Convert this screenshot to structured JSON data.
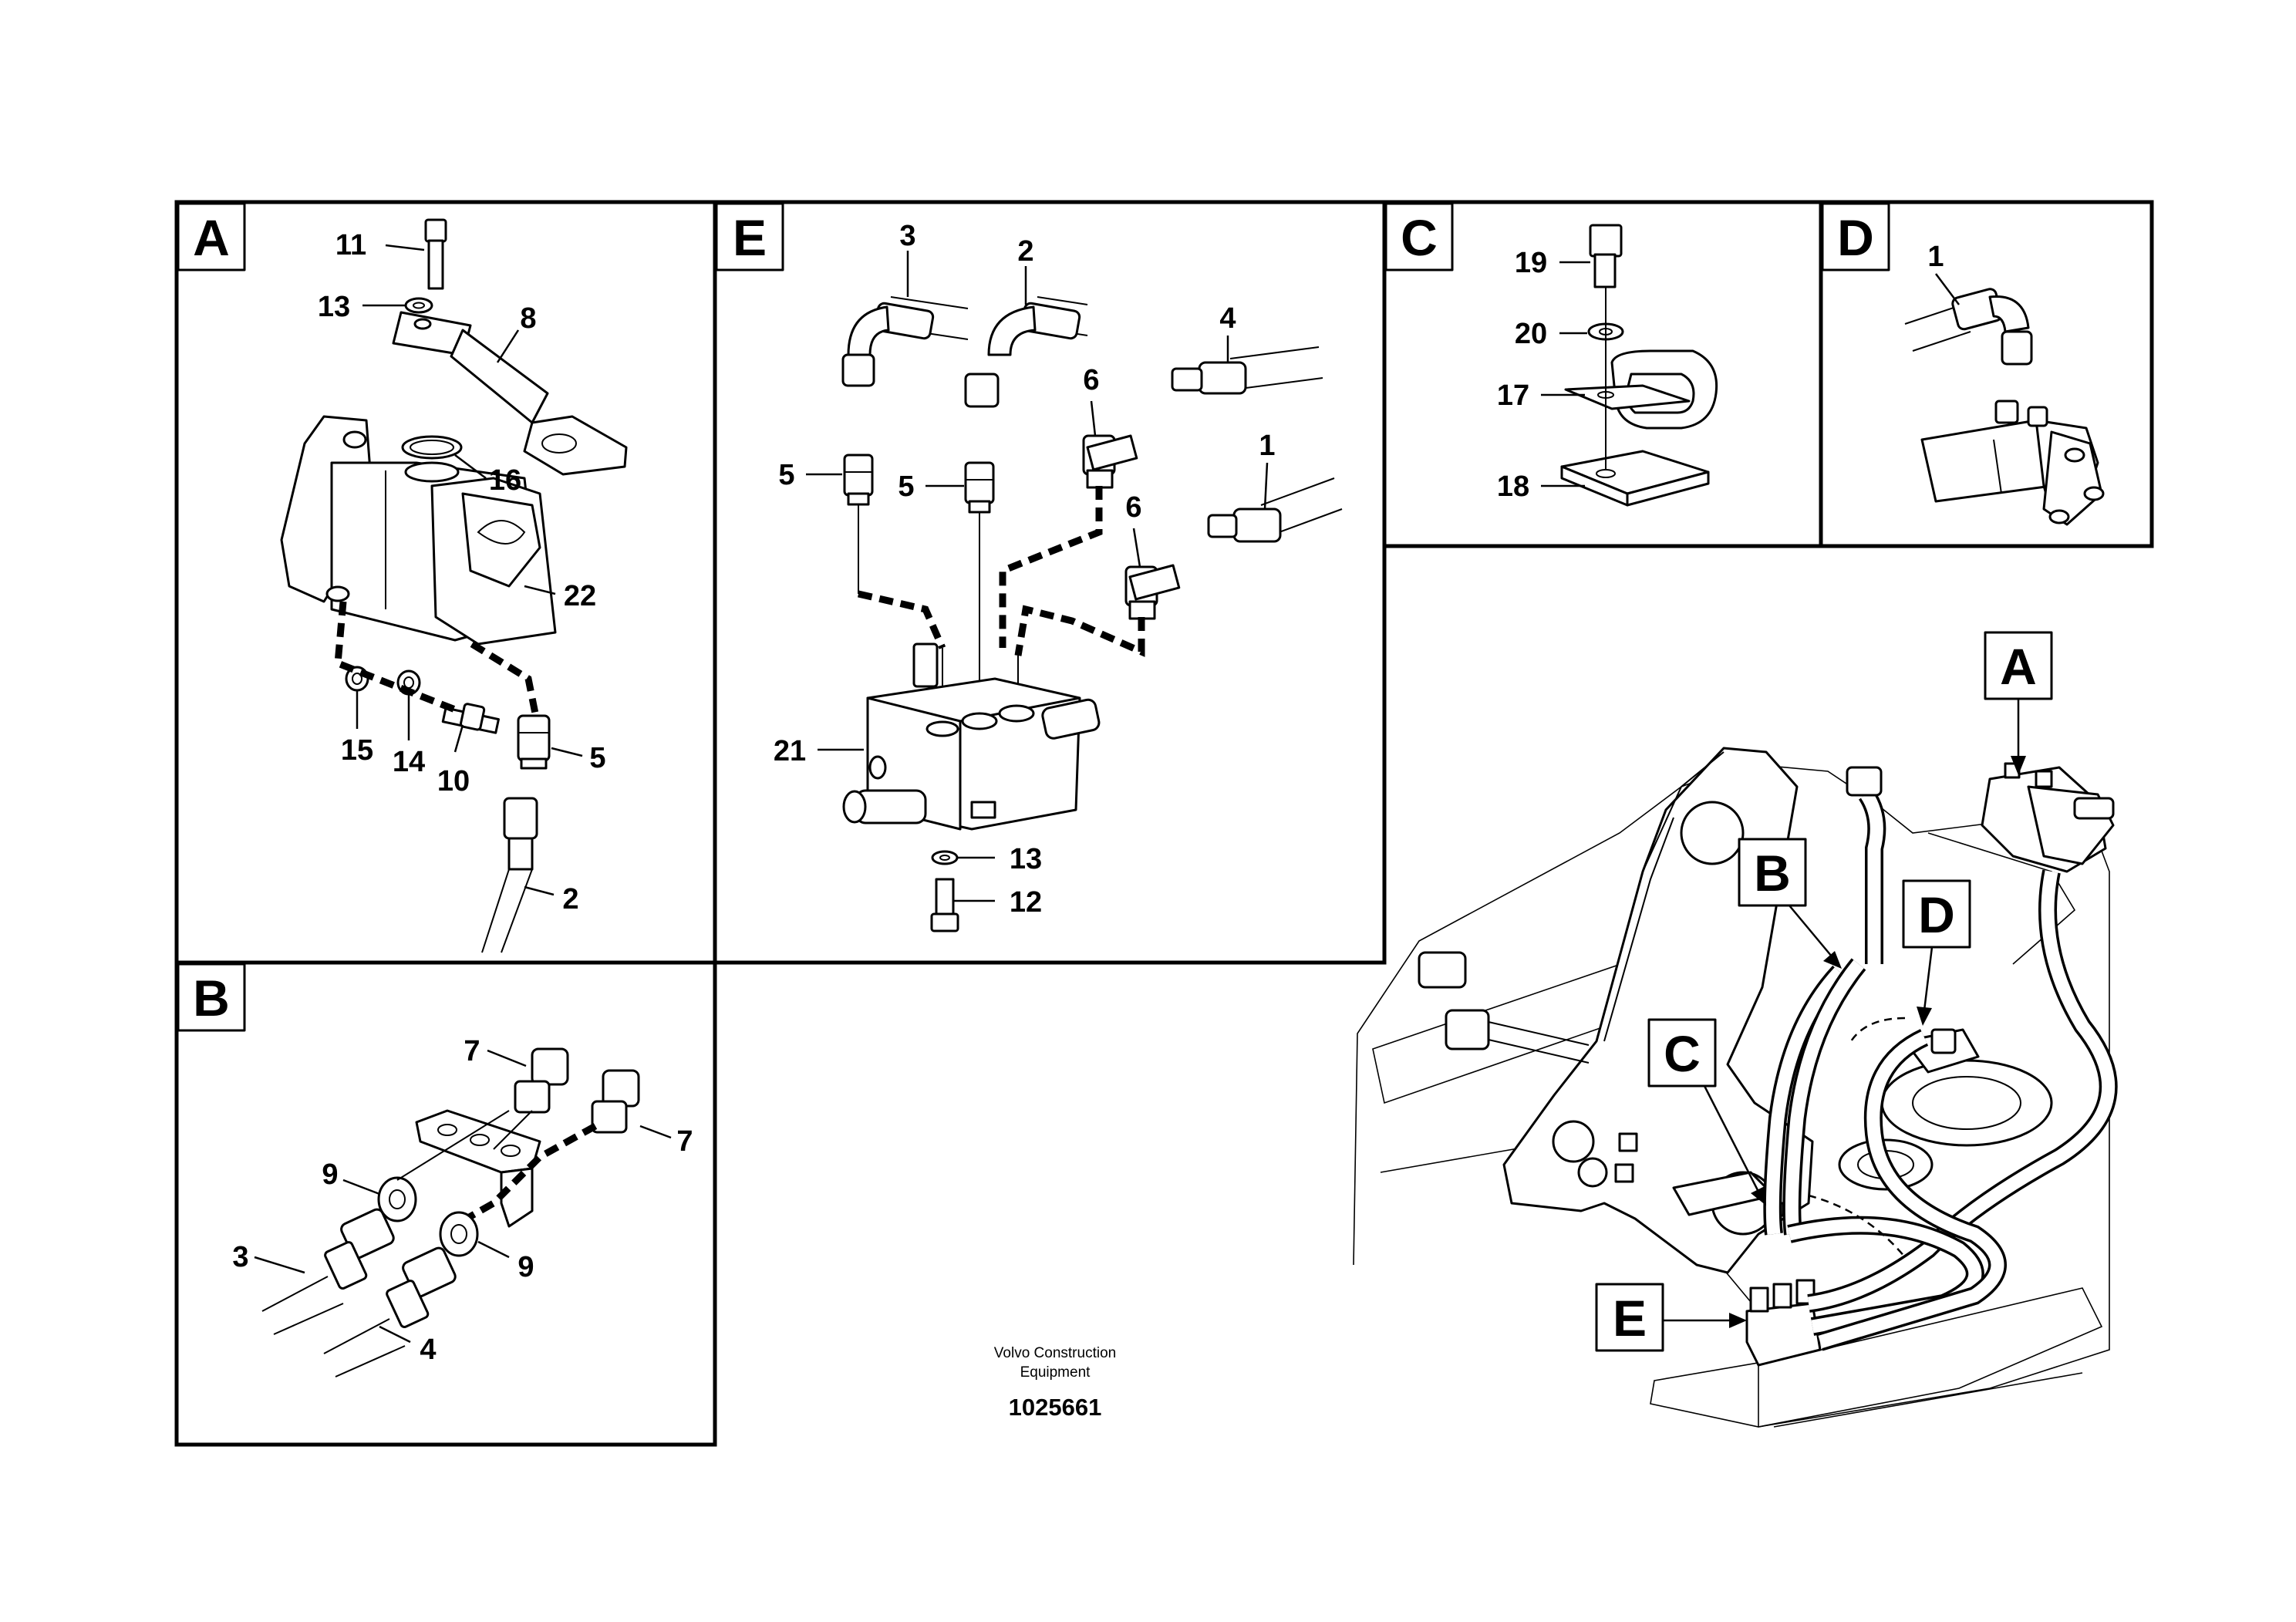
{
  "panels": {
    "A": {
      "tag": "A",
      "callouts": [
        "11",
        "13",
        "8",
        "16",
        "22",
        "15",
        "14",
        "10",
        "5",
        "2"
      ]
    },
    "E": {
      "tag": "E",
      "callouts": [
        "3",
        "2",
        "4",
        "6",
        "1",
        "5",
        "5",
        "6",
        "21",
        "13",
        "12"
      ]
    },
    "C": {
      "tag": "C",
      "callouts": [
        "19",
        "20",
        "17",
        "18"
      ]
    },
    "D": {
      "tag": "D",
      "callouts": [
        "1"
      ]
    },
    "B": {
      "tag": "B",
      "callouts": [
        "7",
        "7",
        "9",
        "3",
        "9",
        "4"
      ]
    }
  },
  "overview": {
    "tags": [
      "A",
      "B",
      "D",
      "C",
      "E"
    ]
  },
  "caption": {
    "line1": "Volvo Construction",
    "line2": "Equipment"
  },
  "document_number": "1025661"
}
